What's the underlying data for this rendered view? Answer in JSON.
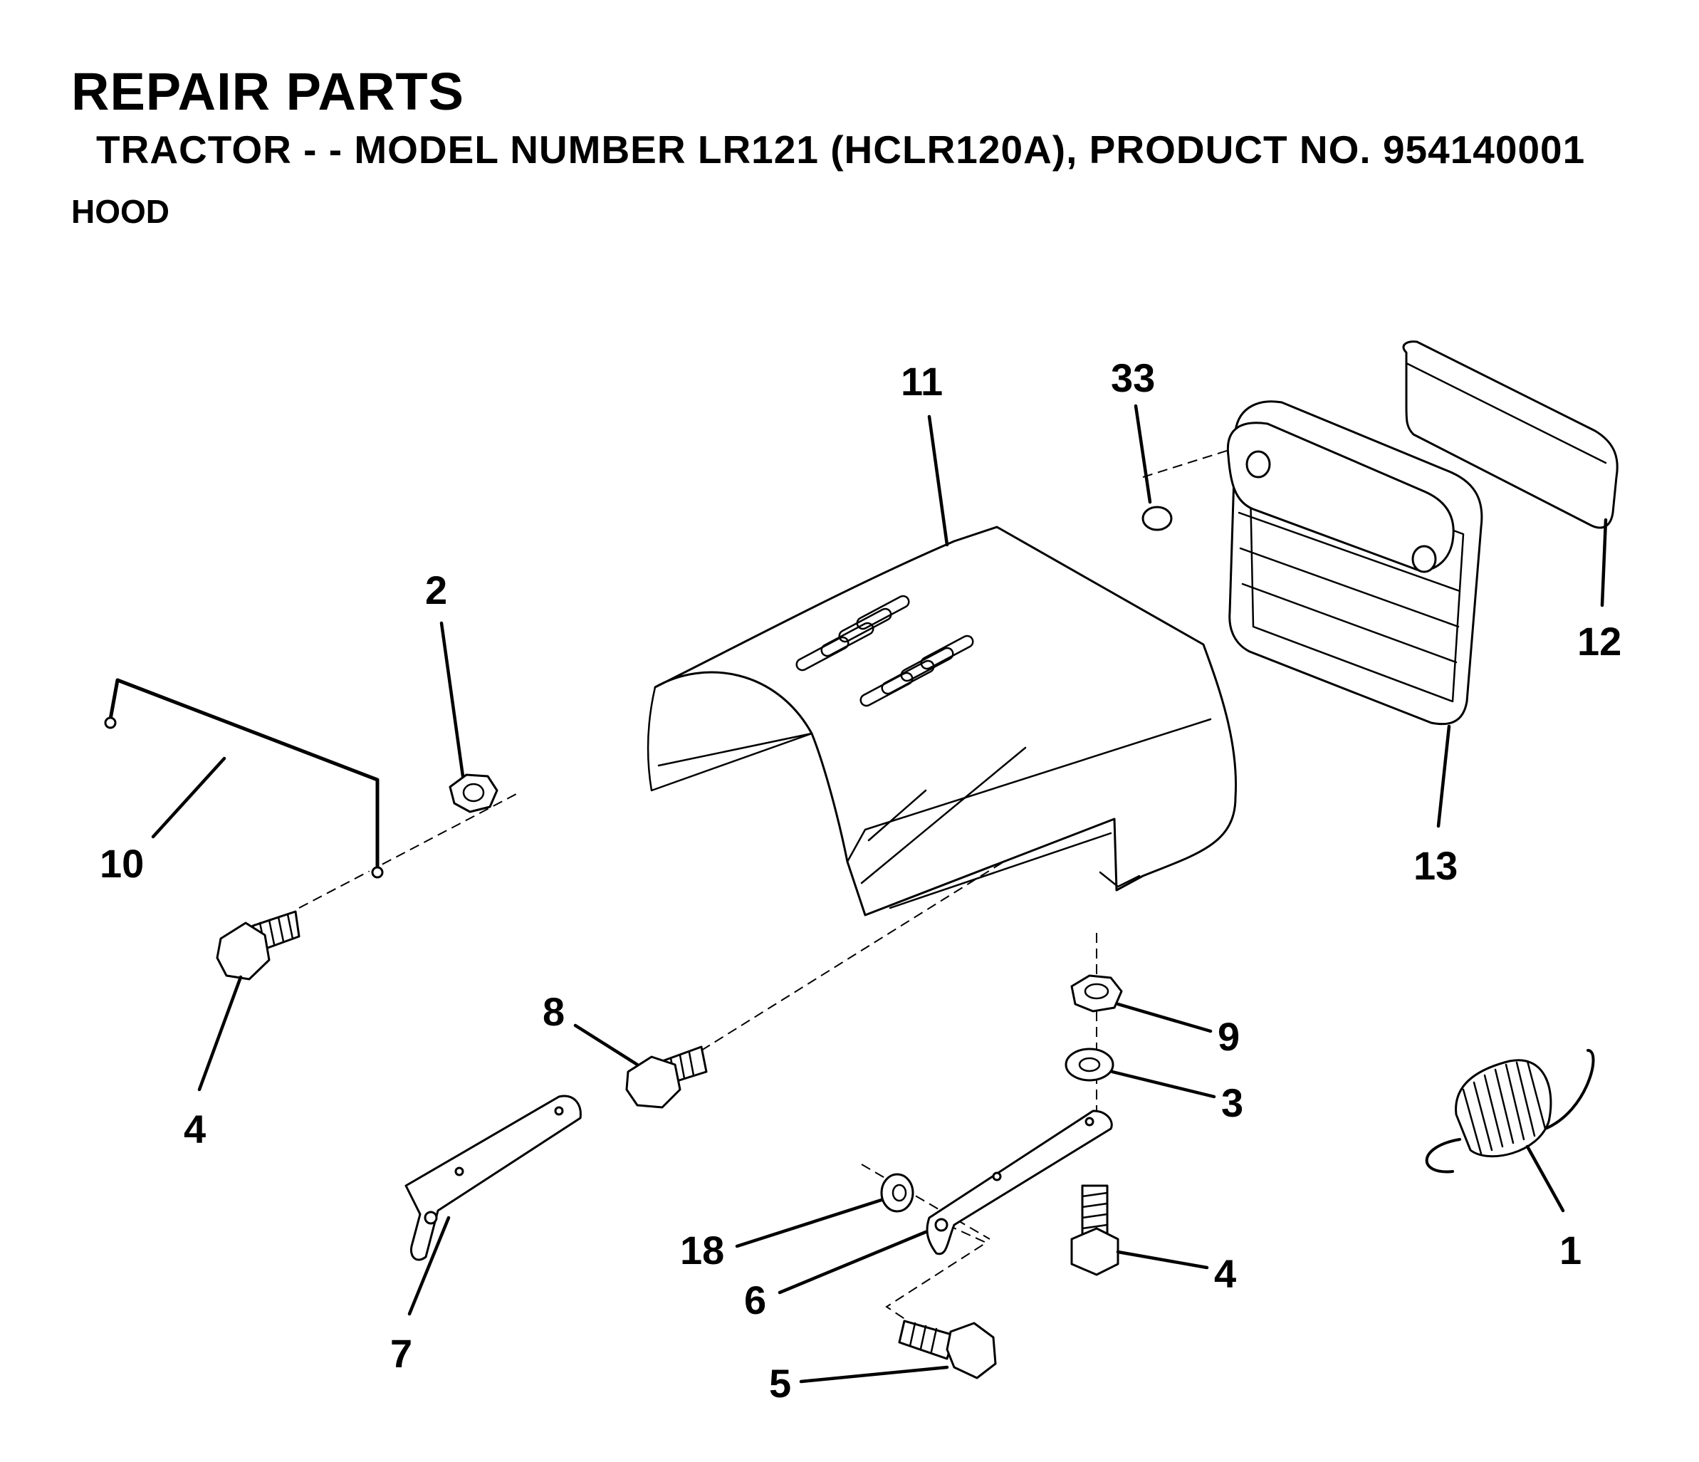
{
  "header": {
    "title": "REPAIR PARTS",
    "subtitle": "TRACTOR - - MODEL NUMBER LR121 (HCLR120A), PRODUCT NO. 954140001",
    "section": "HOOD"
  },
  "callouts": {
    "c1": "1",
    "c2": "2",
    "c3": "3",
    "c4a": "4",
    "c4b": "4",
    "c5": "5",
    "c6": "6",
    "c7": "7",
    "c8": "8",
    "c9": "9",
    "c10": "10",
    "c11": "11",
    "c12": "12",
    "c13": "13",
    "c18": "18",
    "c33": "33"
  }
}
